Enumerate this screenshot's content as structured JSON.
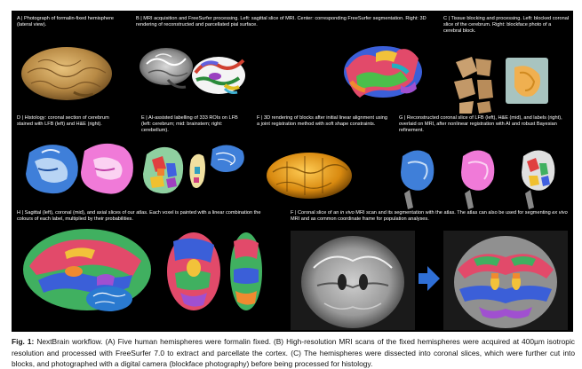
{
  "panels": {
    "A": {
      "text": "A | Photograph of formalin-fixed hemisphere (lateral view)."
    },
    "B": {
      "text": "B | MRI acquisition and FreeSurfer processing. Left: sagittal slice of MRI. Center: corresponding FreeSurfer segmentation. Right: 3D rendering of reconstructed and parcellated pial surface."
    },
    "C": {
      "text": "C | Tissue blocking and processing. Left: blocked coronal slice of the cerebrum. Right: blockface photo of a cerebral block."
    },
    "D": {
      "text": "D | Histology: coronal section of cerebrum stained with LFB (left) and H&E (right)."
    },
    "E": {
      "text": "E | AI-assisted labelling of 333 ROIs on LFB (left: cerebrum; mid: brainstem; right: cerebellum)."
    },
    "F1": {
      "text": "F | 3D rendering of blocks after initial linear alignment using a joint registration method with soft shape constraints."
    },
    "G": {
      "text": "G | Reconstructed coronal slice of LFB (left), H&E (mid), and labels (right), overlaid on MRI, after nonlinear registration with AI and robust Bayesian refinement."
    },
    "H": {
      "text": "H | Sagittal (left), coronal (mid), and axial slices of our atlas. Each voxel is painted with a linear combination the colours of each label, multiplied by their probabilities."
    },
    "F2": {
      "part1": "F | Coronal slice of an ",
      "em1": "in vivo",
      "part2": " MRI scan and its segmentation with the atlas. The atlas can also be used for segmenting ",
      "em2": "ex vivo",
      "part3": " MRI and as common coordinate frame for population analyses."
    }
  },
  "caption": {
    "label": "Fig. 1:",
    "text": " NextBrain workflow. (A) Five human hemispheres were formalin fixed.  (B) High-resolution MRI scans of the fixed hemispheres were acquired at 400µm isotropic resolution and processed with FreeSurfer 7.0 to extract and parcellate the cortex. (C) The hemispheres were dissected into coronal slices, which were further cut into blocks, and photographed with a digital camera (blockface photography) before being processed for histology."
  },
  "colors": {
    "background": "#000000",
    "lfb_blue": "#3f7fd9",
    "he_pink": "#f07ad8",
    "brain_tan": "#c99a52",
    "arrow_blue": "#2f6fd6"
  }
}
